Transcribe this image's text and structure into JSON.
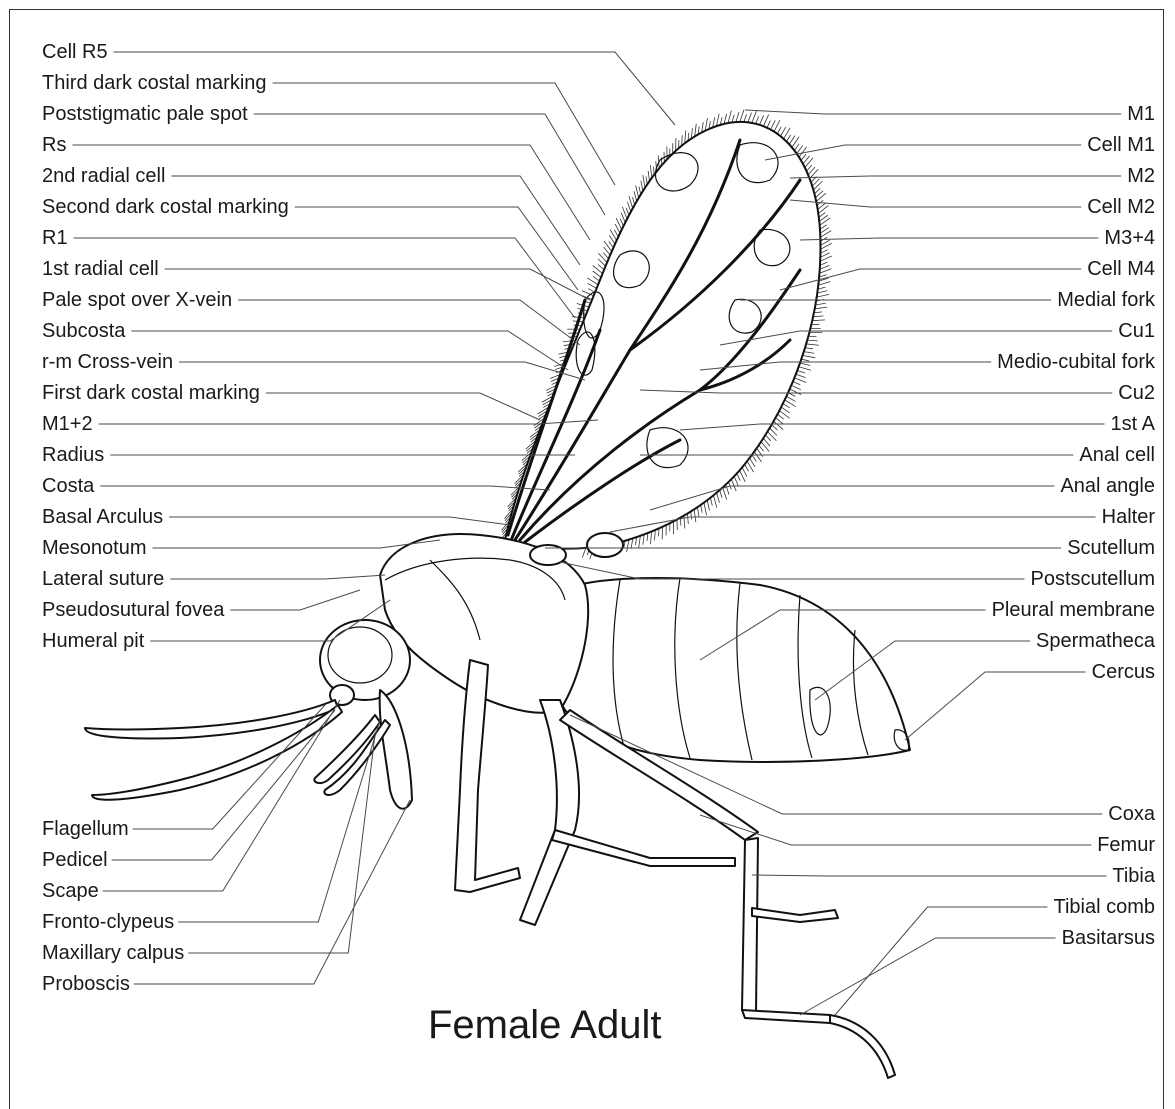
{
  "title": "Female Adult",
  "left_labels": [
    "Cell R5",
    "Third dark costal marking",
    "Poststigmatic pale spot",
    "Rs",
    "2nd radial cell",
    "Second dark costal marking",
    "R1",
    "1st radial cell",
    "Pale spot over X-vein",
    "Subcosta",
    "r-m Cross-vein",
    "First dark costal marking",
    "M1+2",
    "Radius",
    "Costa",
    "Basal Arculus",
    "Mesonotum",
    "Lateral suture",
    "Pseudosutural fovea",
    "Humeral pit"
  ],
  "right_labels": [
    "M1",
    "Cell M1",
    "M2",
    "Cell M2",
    "M3+4",
    "Cell M4",
    "Medial fork",
    "Cu1",
    "Medio-cubital fork",
    "Cu2",
    "1st A",
    "Anal cell",
    "Anal angle",
    "Halter",
    "Scutellum",
    "Postscutellum",
    "Pleural membrane",
    "Spermatheca",
    "Cercus"
  ],
  "bottom_left_labels": [
    "Flagellum",
    "Pedicel",
    "Scape",
    "Fronto-clypeus",
    "Maxillary calpus",
    "Proboscis"
  ],
  "bottom_right_labels": [
    "Coxa",
    "Femur",
    "Tibia",
    "Tibial comb",
    "Basitarsus"
  ]
}
